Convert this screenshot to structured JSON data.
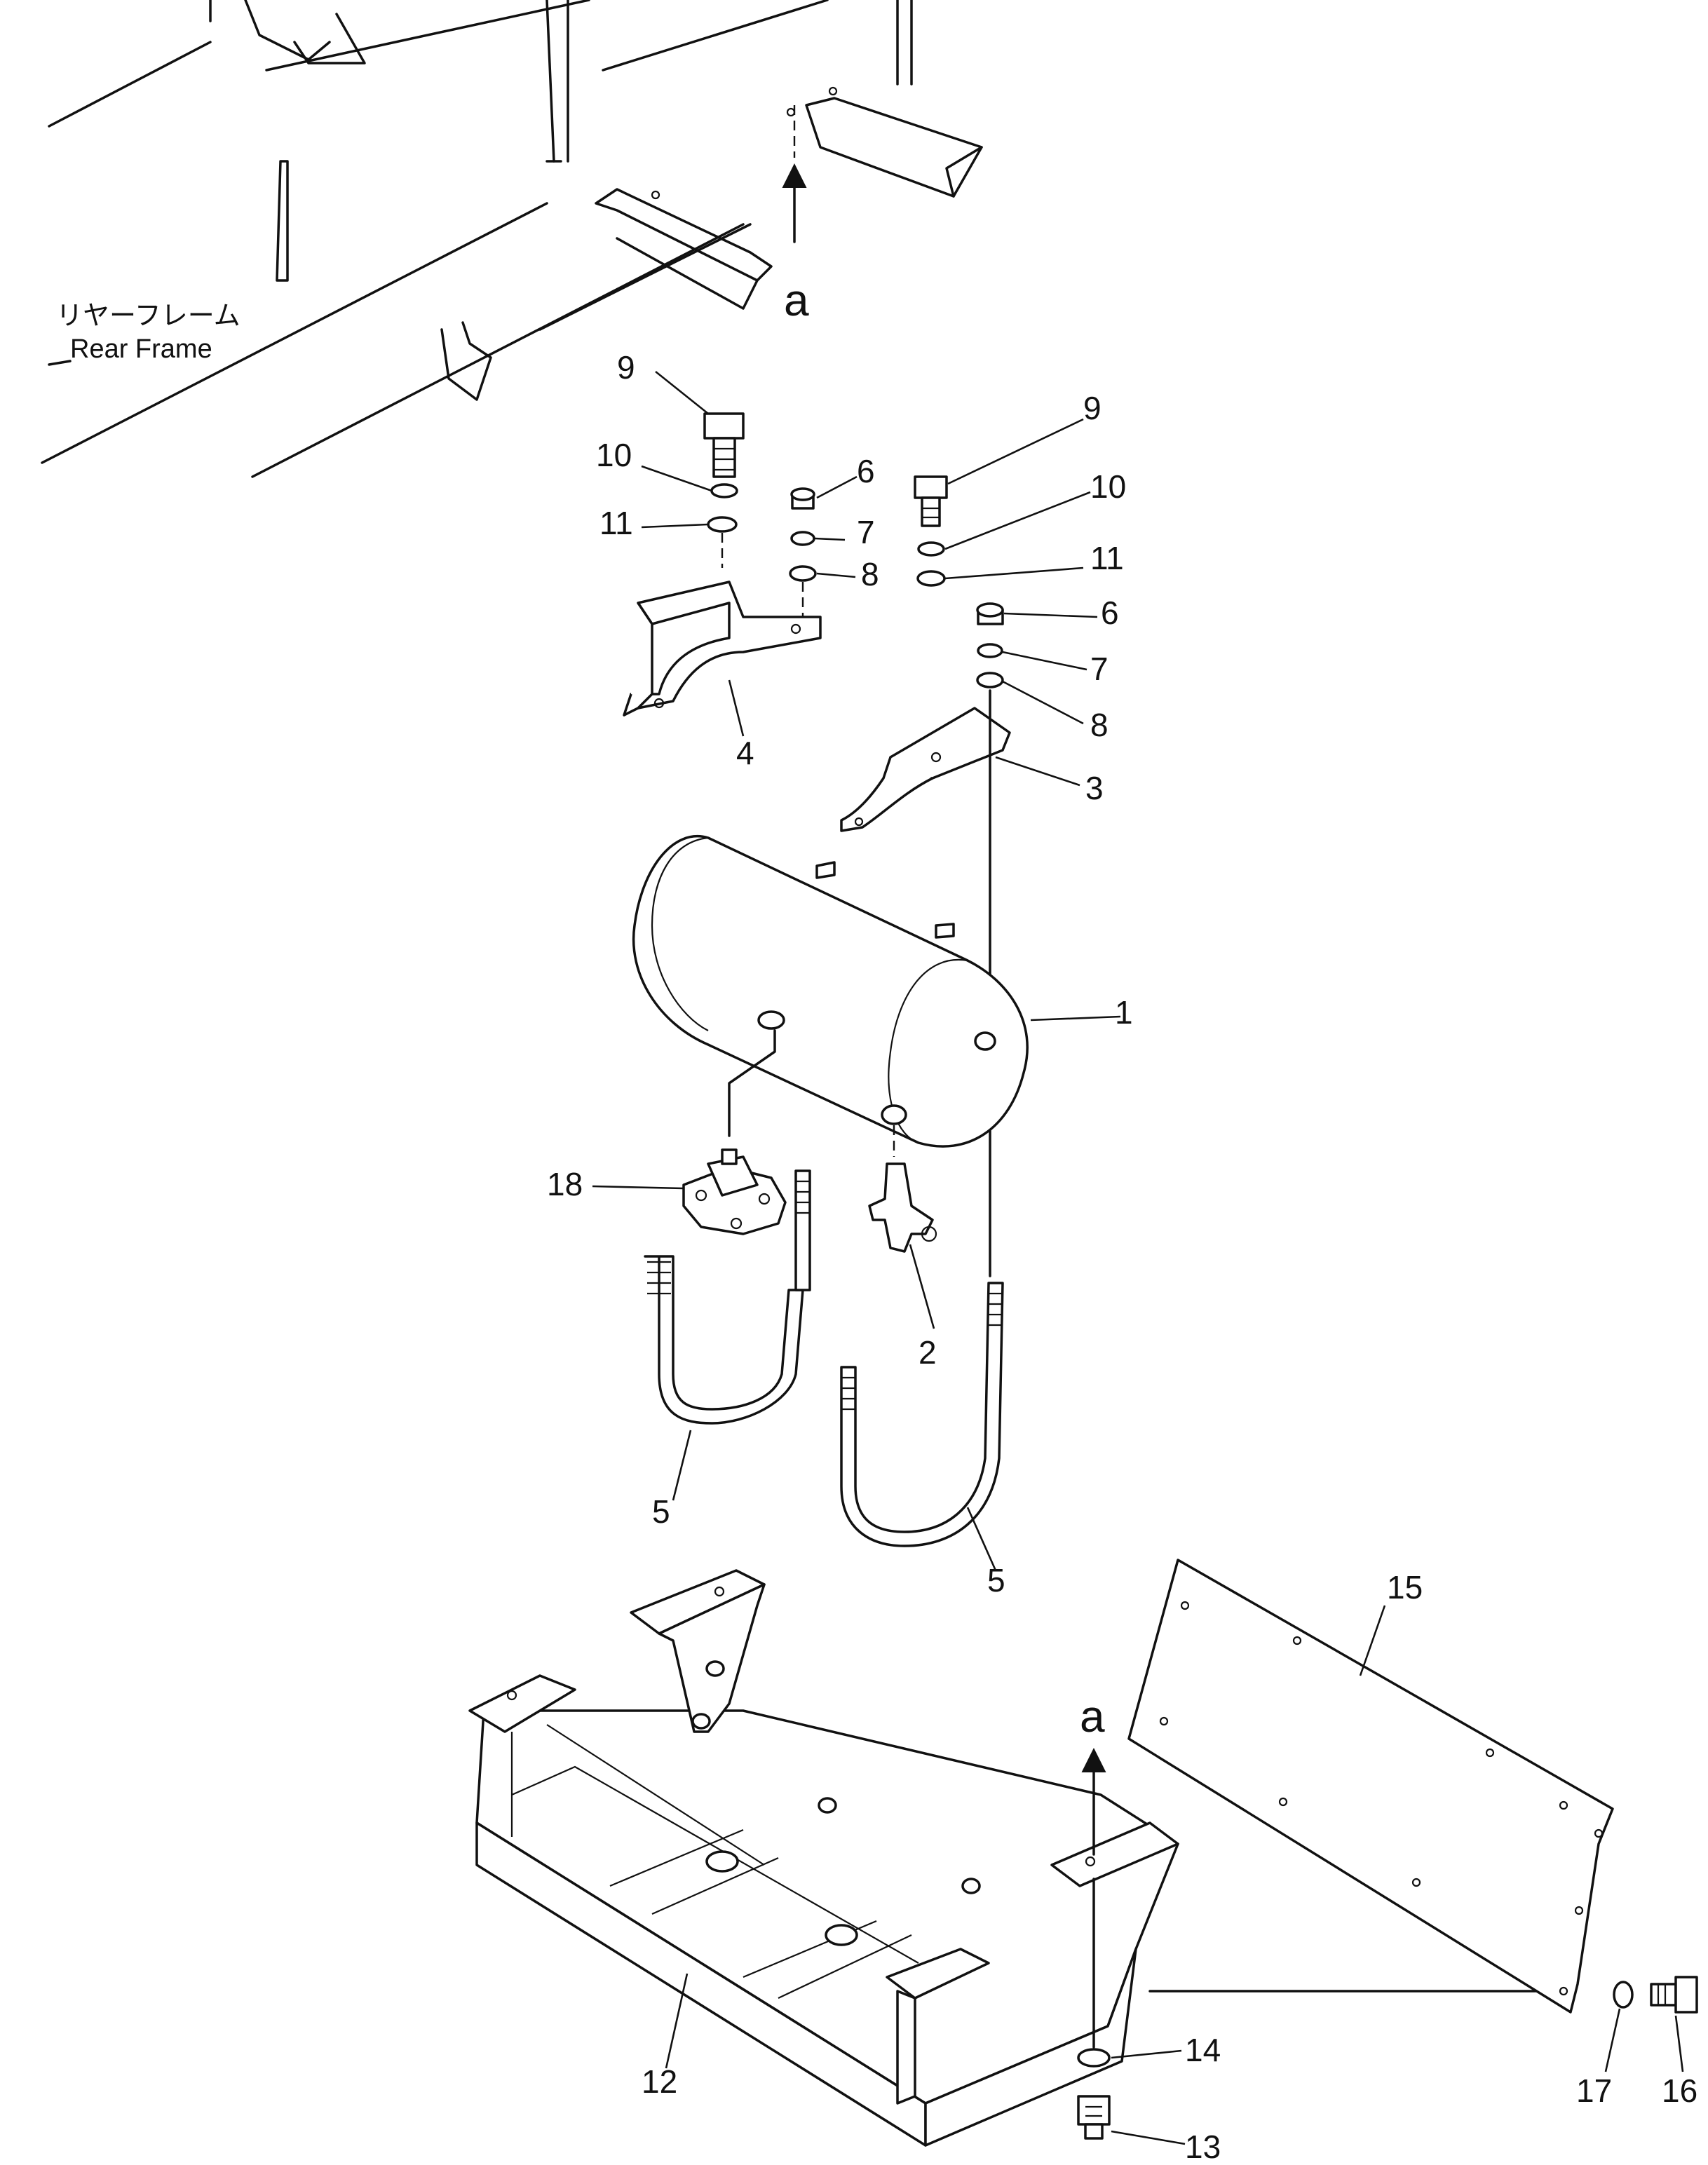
{
  "frame_label_jp": "リヤーフレーム",
  "frame_label_en": "Rear Frame",
  "ref_mark": "a",
  "callouts": {
    "c1": "1",
    "c2": "2",
    "c3": "3",
    "c4": "4",
    "c5a": "5",
    "c5b": "5",
    "c6a": "6",
    "c6b": "6",
    "c7a": "7",
    "c7b": "7",
    "c8a": "8",
    "c8b": "8",
    "c9a": "9",
    "c9b": "9",
    "c10a": "10",
    "c10b": "10",
    "c11a": "11",
    "c11b": "11",
    "c12": "12",
    "c13": "13",
    "c14": "14",
    "c15": "15",
    "c16": "16",
    "c17": "17",
    "c18": "18"
  }
}
